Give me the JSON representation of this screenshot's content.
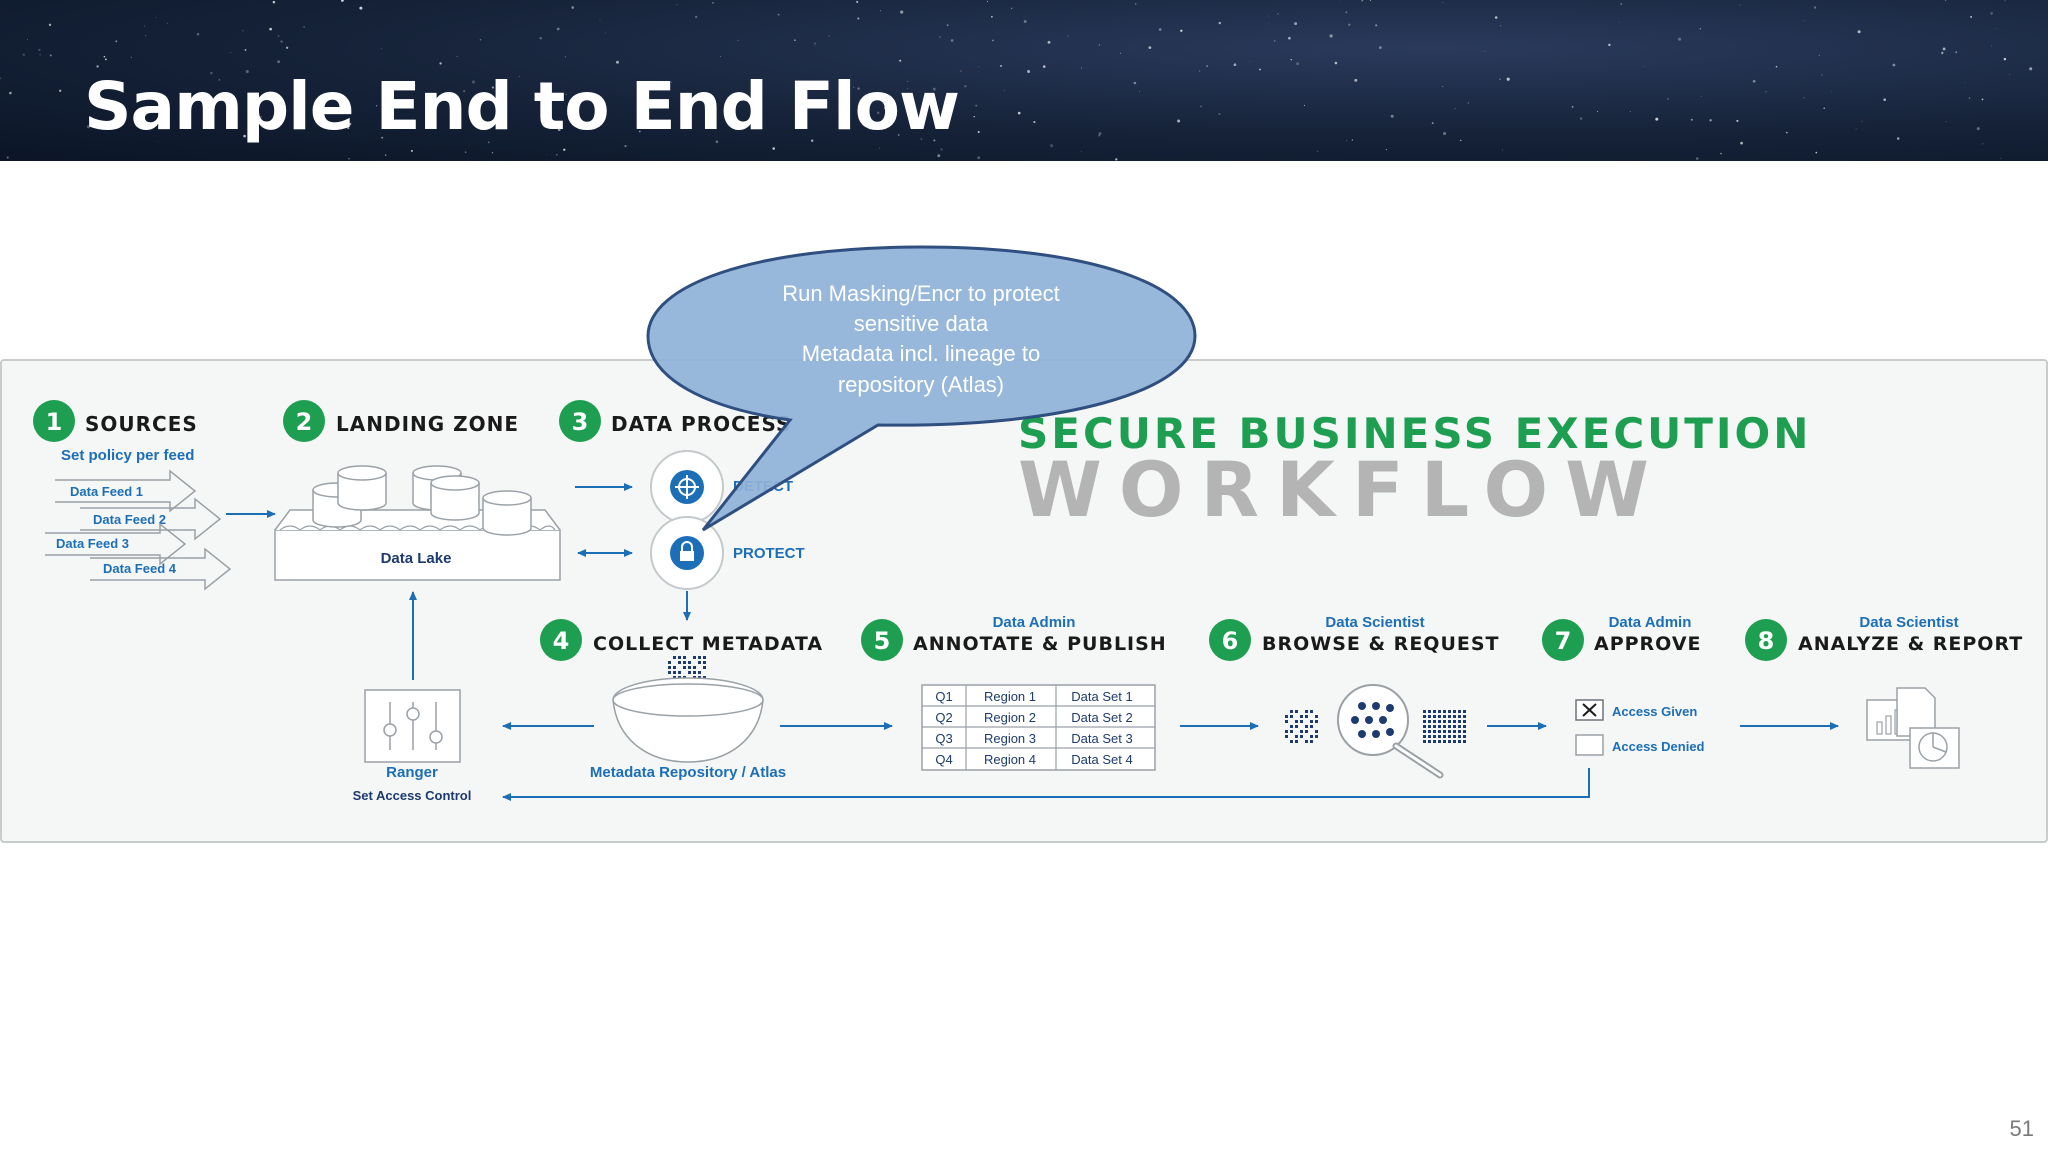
{
  "title": "Sample End to End Flow",
  "page_number": "51",
  "callout_lines": [
    "Run Masking/Encr to protect",
    "sensitive data",
    "Metadata incl. lineage to",
    "repository (Atlas)"
  ],
  "headline_top": "SECURE BUSINESS EXECUTION",
  "headline_bottom": "WORKFLOW",
  "steps": [
    {
      "num": "1",
      "label": "SOURCES",
      "role": ""
    },
    {
      "num": "2",
      "label": "LANDING ZONE",
      "role": ""
    },
    {
      "num": "3",
      "label": "DATA PROCESS",
      "role": ""
    },
    {
      "num": "4",
      "label": "COLLECT METADATA",
      "role": ""
    },
    {
      "num": "5",
      "label": "ANNOTATE & PUBLISH",
      "role": "Data Admin"
    },
    {
      "num": "6",
      "label": "BROWSE & REQUEST",
      "role": "Data Scientist"
    },
    {
      "num": "7",
      "label": "APPROVE",
      "role": "Data Admin"
    },
    {
      "num": "8",
      "label": "ANALYZE & REPORT",
      "role": "Data Scientist"
    }
  ],
  "sources_note": "Set policy per feed",
  "feeds": [
    "Data Feed 1",
    "Data Feed 2",
    "Data Feed 3",
    "Data Feed 4"
  ],
  "data_lake_label": "Data Lake",
  "detect_label": "DETECT",
  "protect_label": "PROTECT",
  "ranger_label": "Ranger",
  "ranger_sub": "Set Access Control",
  "metadata_repo_label": "Metadata Repository / Atlas",
  "table_rows": [
    [
      "Q1",
      "Region 1",
      "Data Set 1"
    ],
    [
      "Q2",
      "Region 2",
      "Data Set 2"
    ],
    [
      "Q3",
      "Region 3",
      "Data Set 3"
    ],
    [
      "Q4",
      "Region 4",
      "Data Set 4"
    ]
  ],
  "access_given": "Access Given",
  "access_denied": "Access Denied",
  "colors": {
    "green": "#1e9e50",
    "blue": "#1c6fb6",
    "navy": "#1d3b6e",
    "gray_headline": "#b4b4b4",
    "callout_fill": "#8fb2d8",
    "callout_stroke": "#2f4f80"
  }
}
